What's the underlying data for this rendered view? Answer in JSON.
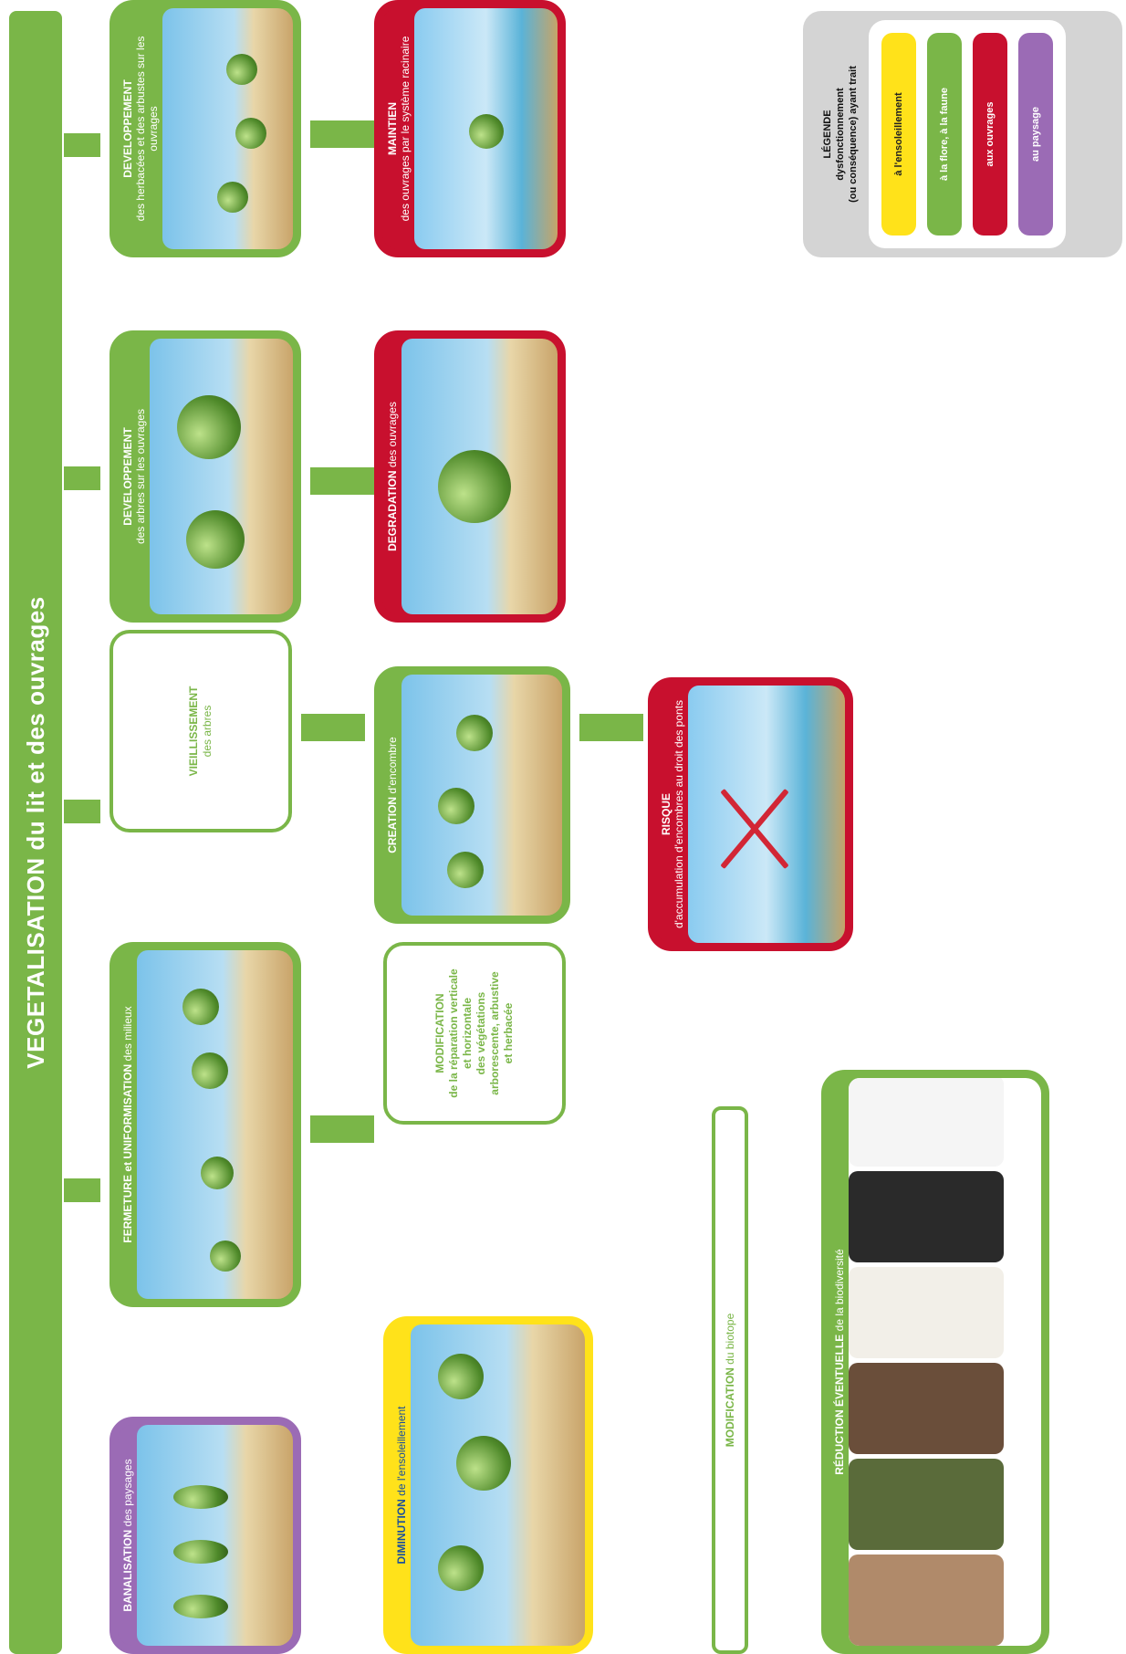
{
  "title": "VEGETALISATION du lit et des ouvrages",
  "colors": {
    "green": "#7ab648",
    "red": "#c8102e",
    "yellow": "#ffe21a",
    "purple": "#9b6bb5",
    "gray": "#d4d4d4",
    "arrow_red": "#d22635"
  },
  "nodes": {
    "dev_herbacees": {
      "bold": "DEVELOPPEMENT",
      "text": "des herbacées et des arbustes sur les ouvrages"
    },
    "maintien": {
      "bold": "MAINTIEN",
      "text": "des ouvrages par le système racinaire"
    },
    "dev_arbres": {
      "bold": "DEVELOPPEMENT",
      "text": "des arbres sur les ouvrages"
    },
    "degradation": {
      "bold": "DEGRADATION",
      "text": "des ouvrages"
    },
    "vieillissement": {
      "bold": "VIEILLISSEMENT",
      "text": "des arbres"
    },
    "creation": {
      "bold": "CREATION",
      "text": "d'encombre"
    },
    "risque": {
      "bold": "RISQUE",
      "text": "d'accumulation d'encombres au droit des ponts"
    },
    "fermeture": {
      "bold": "FERMETURE et UNIFORMISATION",
      "text": "des milieux"
    },
    "modification_rep": {
      "bold": "MODIFICATION",
      "lines": [
        "de la réparation verticale",
        "et horizontale",
        "des végétations",
        "arborescente, arbustive",
        "et herbacée"
      ]
    },
    "biotope": {
      "bold": "MODIFICATION",
      "text": "du biotope"
    },
    "banalisation": {
      "bold": "BANALISATION",
      "text": "des paysages"
    },
    "diminution": {
      "bold": "DIMINUTION",
      "text": "de l'ensoleillement"
    },
    "reduction": {
      "bold": "RÉDUCTION ÉVENTUELLE",
      "text": "de la biodiversité"
    }
  },
  "legend": {
    "title_lines": [
      "LÉGENDE",
      "dysfonctionnement",
      "(ou conséquence) ayant trait"
    ],
    "items": [
      {
        "label": "à l'ensoleillement",
        "color": "#ffe21a"
      },
      {
        "label": "à la flore, à la faune",
        "color": "#7ab648"
      },
      {
        "label": "aux ouvrages",
        "color": "#c8102e"
      },
      {
        "label": "au paysage",
        "color": "#9b6bb5"
      }
    ]
  }
}
